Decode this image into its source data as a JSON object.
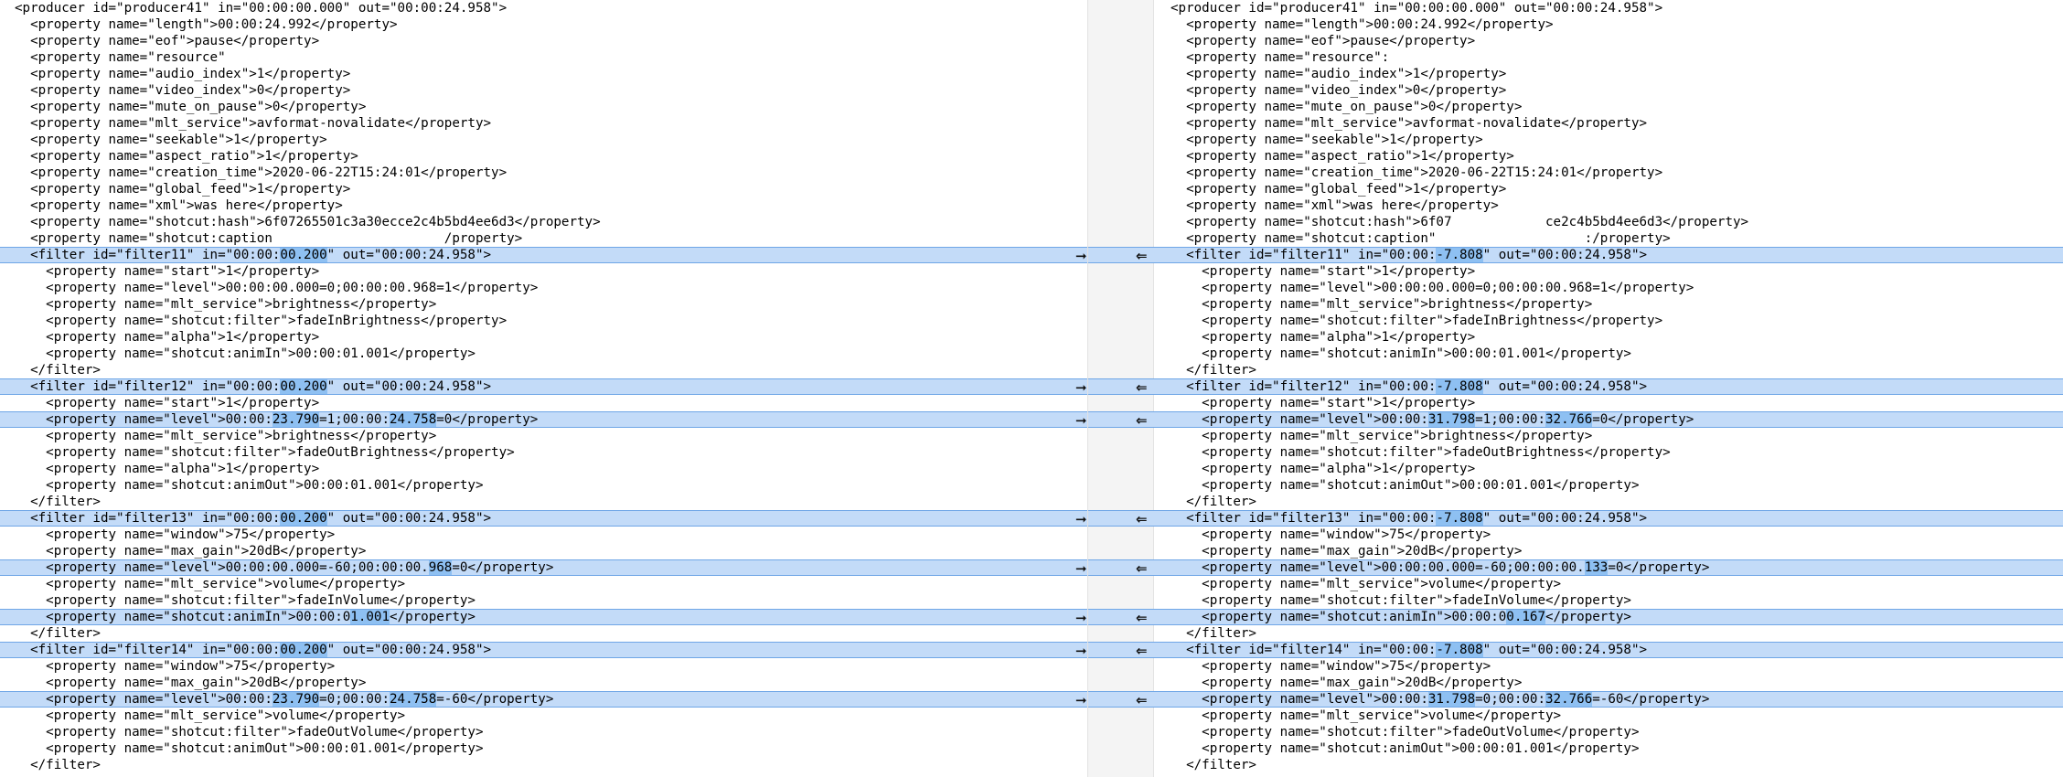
{
  "left": {
    "lines": [
      {
        "segs": [
          {
            "t": "<producer id=\"producer41\" in=\"00:00:00.000\" out=\"00:00:24.958\">"
          }
        ]
      },
      {
        "segs": [
          {
            "t": "  <property name=\"length\">00:00:24.992</property>"
          }
        ]
      },
      {
        "segs": [
          {
            "t": "  <property name=\"eof\">pause</property>"
          }
        ]
      },
      {
        "segs": [
          {
            "t": "  <property name=\"resource\""
          }
        ]
      },
      {
        "segs": [
          {
            "t": "  <property name=\"audio_index\">1</property>"
          }
        ]
      },
      {
        "segs": [
          {
            "t": "  <property name=\"video_index\">0</property>"
          }
        ]
      },
      {
        "segs": [
          {
            "t": "  <property name=\"mute_on_pause\">0</property>"
          }
        ]
      },
      {
        "segs": [
          {
            "t": "  <property name=\"mlt_service\">avformat-novalidate</property>"
          }
        ]
      },
      {
        "segs": [
          {
            "t": "  <property name=\"seekable\">1</property>"
          }
        ]
      },
      {
        "segs": [
          {
            "t": "  <property name=\"aspect_ratio\">1</property>"
          }
        ]
      },
      {
        "segs": [
          {
            "t": "  <property name=\"creation_time\">2020-06-22T15:24:01</property>"
          }
        ]
      },
      {
        "segs": [
          {
            "t": "  <property name=\"global_feed\">1</property>"
          }
        ]
      },
      {
        "segs": [
          {
            "t": "  <property name=\"xml\">was here</property>"
          }
        ]
      },
      {
        "segs": [
          {
            "t": "  <property name=\"shotcut:hash\">6f07265501c3a30ecce2c4b5bd4ee6d3</property>"
          }
        ]
      },
      {
        "segs": [
          {
            "t": "  <property name=\"shotcut:caption                      /property>"
          }
        ]
      },
      {
        "changed": true,
        "segs": [
          {
            "t": "  <filter id=\"filter11\" in=\"00:00:"
          },
          {
            "t": "00.200",
            "hl": true
          },
          {
            "t": "\" out=\"00:00:24.958\">"
          }
        ]
      },
      {
        "segs": [
          {
            "t": "    <property name=\"start\">1</property>"
          }
        ]
      },
      {
        "segs": [
          {
            "t": "    <property name=\"level\">00:00:00.000=0;00:00:00.968=1</property>"
          }
        ]
      },
      {
        "segs": [
          {
            "t": "    <property name=\"mlt_service\">brightness</property>"
          }
        ]
      },
      {
        "segs": [
          {
            "t": "    <property name=\"shotcut:filter\">fadeInBrightness</property>"
          }
        ]
      },
      {
        "segs": [
          {
            "t": "    <property name=\"alpha\">1</property>"
          }
        ]
      },
      {
        "segs": [
          {
            "t": "    <property name=\"shotcut:animIn\">00:00:01.001</property>"
          }
        ]
      },
      {
        "segs": [
          {
            "t": "  </filter>"
          }
        ]
      },
      {
        "changed": true,
        "segs": [
          {
            "t": "  <filter id=\"filter12\" in=\"00:00:"
          },
          {
            "t": "00.200",
            "hl": true
          },
          {
            "t": "\" out=\"00:00:24.958\">"
          }
        ]
      },
      {
        "segs": [
          {
            "t": "    <property name=\"start\">1</property>"
          }
        ]
      },
      {
        "changed": true,
        "segs": [
          {
            "t": "    <property name=\"level\">00:00:"
          },
          {
            "t": "23.790",
            "hl": true
          },
          {
            "t": "=1;00:00:"
          },
          {
            "t": "24.758",
            "hl": true
          },
          {
            "t": "=0</property>"
          }
        ]
      },
      {
        "segs": [
          {
            "t": "    <property name=\"mlt_service\">brightness</property>"
          }
        ]
      },
      {
        "segs": [
          {
            "t": "    <property name=\"shotcut:filter\">fadeOutBrightness</property>"
          }
        ]
      },
      {
        "segs": [
          {
            "t": "    <property name=\"alpha\">1</property>"
          }
        ]
      },
      {
        "segs": [
          {
            "t": "    <property name=\"shotcut:animOut\">00:00:01.001</property>"
          }
        ]
      },
      {
        "segs": [
          {
            "t": "  </filter>"
          }
        ]
      },
      {
        "changed": true,
        "segs": [
          {
            "t": "  <filter id=\"filter13\" in=\"00:00:"
          },
          {
            "t": "00.200",
            "hl": true
          },
          {
            "t": "\" out=\"00:00:24.958\">"
          }
        ]
      },
      {
        "segs": [
          {
            "t": "    <property name=\"window\">75</property>"
          }
        ]
      },
      {
        "segs": [
          {
            "t": "    <property name=\"max_gain\">20dB</property>"
          }
        ]
      },
      {
        "changed": true,
        "segs": [
          {
            "t": "    <property name=\"level\">00:00:00.000=-60;00:00:00."
          },
          {
            "t": "968",
            "hl": true
          },
          {
            "t": "=0</property>"
          }
        ]
      },
      {
        "segs": [
          {
            "t": "    <property name=\"mlt_service\">volume</property>"
          }
        ]
      },
      {
        "segs": [
          {
            "t": "    <property name=\"shotcut:filter\">fadeInVolume</property>"
          }
        ]
      },
      {
        "changed": true,
        "segs": [
          {
            "t": "    <property name=\"shotcut:animIn\">00:00:0"
          },
          {
            "t": "1.001",
            "hl": true
          },
          {
            "t": "</property>"
          }
        ]
      },
      {
        "segs": [
          {
            "t": "  </filter>"
          }
        ]
      },
      {
        "changed": true,
        "segs": [
          {
            "t": "  <filter id=\"filter14\" in=\"00:00:"
          },
          {
            "t": "00.200",
            "hl": true
          },
          {
            "t": "\" out=\"00:00:24.958\">"
          }
        ]
      },
      {
        "segs": [
          {
            "t": "    <property name=\"window\">75</property>"
          }
        ]
      },
      {
        "segs": [
          {
            "t": "    <property name=\"max_gain\">20dB</property>"
          }
        ]
      },
      {
        "changed": true,
        "segs": [
          {
            "t": "    <property name=\"level\">00:00:"
          },
          {
            "t": "23.790",
            "hl": true
          },
          {
            "t": "=0;00:00:"
          },
          {
            "t": "24.758",
            "hl": true
          },
          {
            "t": "=-60</property>"
          }
        ]
      },
      {
        "segs": [
          {
            "t": "    <property name=\"mlt_service\">volume</property>"
          }
        ]
      },
      {
        "segs": [
          {
            "t": "    <property name=\"shotcut:filter\">fadeOutVolume</property>"
          }
        ]
      },
      {
        "segs": [
          {
            "t": "    <property name=\"shotcut:animOut\">00:00:01.001</property>"
          }
        ]
      },
      {
        "segs": [
          {
            "t": "  </filter>"
          }
        ]
      }
    ]
  },
  "right": {
    "lines": [
      {
        "segs": [
          {
            "t": "<producer id=\"producer41\" in=\"00:00:00.000\" out=\"00:00:24.958\">"
          }
        ]
      },
      {
        "segs": [
          {
            "t": "  <property name=\"length\">00:00:24.992</property>"
          }
        ]
      },
      {
        "segs": [
          {
            "t": "  <property name=\"eof\">pause</property>"
          }
        ]
      },
      {
        "segs": [
          {
            "t": "  <property name=\"resource\":"
          }
        ]
      },
      {
        "segs": [
          {
            "t": "  <property name=\"audio_index\">1</property>"
          }
        ]
      },
      {
        "segs": [
          {
            "t": "  <property name=\"video_index\">0</property>"
          }
        ]
      },
      {
        "segs": [
          {
            "t": "  <property name=\"mute_on_pause\">0</property>"
          }
        ]
      },
      {
        "segs": [
          {
            "t": "  <property name=\"mlt_service\">avformat-novalidate</property>"
          }
        ]
      },
      {
        "segs": [
          {
            "t": "  <property name=\"seekable\">1</property>"
          }
        ]
      },
      {
        "segs": [
          {
            "t": "  <property name=\"aspect_ratio\">1</property>"
          }
        ]
      },
      {
        "segs": [
          {
            "t": "  <property name=\"creation_time\">2020-06-22T15:24:01</property>"
          }
        ]
      },
      {
        "segs": [
          {
            "t": "  <property name=\"global_feed\">1</property>"
          }
        ]
      },
      {
        "segs": [
          {
            "t": "  <property name=\"xml\">was here</property>"
          }
        ]
      },
      {
        "segs": [
          {
            "t": "  <property name=\"shotcut:hash\">6f07            ce2c4b5bd4ee6d3</property>"
          }
        ]
      },
      {
        "segs": [
          {
            "t": "  <property name=\"shotcut:caption\"                   :/property>"
          }
        ]
      },
      {
        "changed": true,
        "segs": [
          {
            "t": "  <filter id=\"filter11\" in=\"00:00:"
          },
          {
            "t": "-7.808",
            "hl": true
          },
          {
            "t": "\" out=\"00:00:24.958\">"
          }
        ]
      },
      {
        "segs": [
          {
            "t": "    <property name=\"start\">1</property>"
          }
        ]
      },
      {
        "segs": [
          {
            "t": "    <property name=\"level\">00:00:00.000=0;00:00:00.968=1</property>"
          }
        ]
      },
      {
        "segs": [
          {
            "t": "    <property name=\"mlt_service\">brightness</property>"
          }
        ]
      },
      {
        "segs": [
          {
            "t": "    <property name=\"shotcut:filter\">fadeInBrightness</property>"
          }
        ]
      },
      {
        "segs": [
          {
            "t": "    <property name=\"alpha\">1</property>"
          }
        ]
      },
      {
        "segs": [
          {
            "t": "    <property name=\"shotcut:animIn\">00:00:01.001</property>"
          }
        ]
      },
      {
        "segs": [
          {
            "t": "  </filter>"
          }
        ]
      },
      {
        "changed": true,
        "segs": [
          {
            "t": "  <filter id=\"filter12\" in=\"00:00:"
          },
          {
            "t": "-7.808",
            "hl": true
          },
          {
            "t": "\" out=\"00:00:24.958\">"
          }
        ]
      },
      {
        "segs": [
          {
            "t": "    <property name=\"start\">1</property>"
          }
        ]
      },
      {
        "changed": true,
        "segs": [
          {
            "t": "    <property name=\"level\">00:00:"
          },
          {
            "t": "31.798",
            "hl": true
          },
          {
            "t": "=1;00:00:"
          },
          {
            "t": "32.766",
            "hl": true
          },
          {
            "t": "=0</property>"
          }
        ]
      },
      {
        "segs": [
          {
            "t": "    <property name=\"mlt_service\">brightness</property>"
          }
        ]
      },
      {
        "segs": [
          {
            "t": "    <property name=\"shotcut:filter\">fadeOutBrightness</property>"
          }
        ]
      },
      {
        "segs": [
          {
            "t": "    <property name=\"alpha\">1</property>"
          }
        ]
      },
      {
        "segs": [
          {
            "t": "    <property name=\"shotcut:animOut\">00:00:01.001</property>"
          }
        ]
      },
      {
        "segs": [
          {
            "t": "  </filter>"
          }
        ]
      },
      {
        "changed": true,
        "segs": [
          {
            "t": "  <filter id=\"filter13\" in=\"00:00:"
          },
          {
            "t": "-7.808",
            "hl": true
          },
          {
            "t": "\" out=\"00:00:24.958\">"
          }
        ]
      },
      {
        "segs": [
          {
            "t": "    <property name=\"window\">75</property>"
          }
        ]
      },
      {
        "segs": [
          {
            "t": "    <property name=\"max_gain\">20dB</property>"
          }
        ]
      },
      {
        "changed": true,
        "segs": [
          {
            "t": "    <property name=\"level\">00:00:00.000=-60;00:00:00."
          },
          {
            "t": "133",
            "hl": true
          },
          {
            "t": "=0</property>"
          }
        ]
      },
      {
        "segs": [
          {
            "t": "    <property name=\"mlt_service\">volume</property>"
          }
        ]
      },
      {
        "segs": [
          {
            "t": "    <property name=\"shotcut:filter\">fadeInVolume</property>"
          }
        ]
      },
      {
        "changed": true,
        "segs": [
          {
            "t": "    <property name=\"shotcut:animIn\">00:00:0"
          },
          {
            "t": "0.167",
            "hl": true
          },
          {
            "t": "</property>"
          }
        ]
      },
      {
        "segs": [
          {
            "t": "  </filter>"
          }
        ]
      },
      {
        "changed": true,
        "segs": [
          {
            "t": "  <filter id=\"filter14\" in=\"00:00:"
          },
          {
            "t": "-7.808",
            "hl": true
          },
          {
            "t": "\" out=\"00:00:24.958\">"
          }
        ]
      },
      {
        "segs": [
          {
            "t": "    <property name=\"window\">75</property>"
          }
        ]
      },
      {
        "segs": [
          {
            "t": "    <property name=\"max_gain\">20dB</property>"
          }
        ]
      },
      {
        "changed": true,
        "segs": [
          {
            "t": "    <property name=\"level\">00:00:"
          },
          {
            "t": "31.798",
            "hl": true
          },
          {
            "t": "=0;00:00:"
          },
          {
            "t": "32.766",
            "hl": true
          },
          {
            "t": "=-60</property>"
          }
        ]
      },
      {
        "segs": [
          {
            "t": "    <property name=\"mlt_service\">volume</property>"
          }
        ]
      },
      {
        "segs": [
          {
            "t": "    <property name=\"shotcut:filter\">fadeOutVolume</property>"
          }
        ]
      },
      {
        "segs": [
          {
            "t": "    <property name=\"shotcut:animOut\">00:00:01.001</property>"
          }
        ]
      },
      {
        "segs": [
          {
            "t": "  </filter>"
          }
        ]
      }
    ]
  },
  "gutter": {
    "copy_right_icon": "➞",
    "copy_left_icon": "⇐"
  },
  "colors": {
    "changed_line_bg": "#c3dbf8",
    "changed_line_border": "#6fa6e6",
    "inline_highlight": "#8ec0f2",
    "gutter_bg": "#f4f4f4"
  }
}
